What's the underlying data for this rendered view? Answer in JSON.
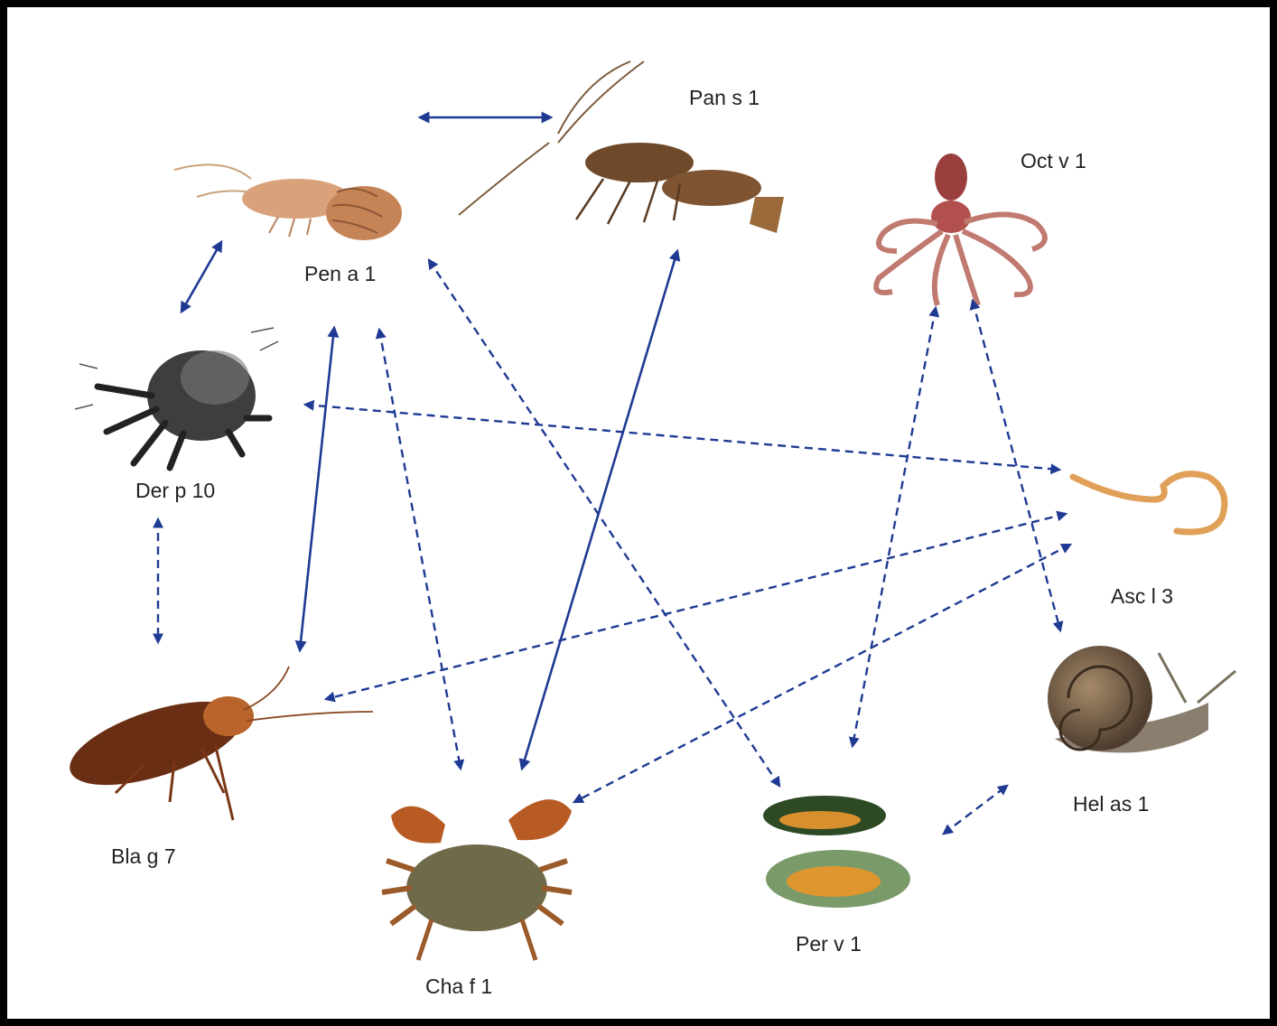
{
  "allergens": {
    "pen_a_1": "Pen a 1",
    "pan_s_1": "Pan s 1",
    "oct_v_1": "Oct v 1",
    "der_p_10": "Der p 10",
    "asc_l_3": "Asc l 3",
    "hel_as_1": "Hel as 1",
    "bla_g_7": "Bla g 7",
    "cha_f_1": "Cha f 1",
    "per_v_1": "Per v 1"
  },
  "organisms": [
    "shrimp",
    "lobster",
    "octopus",
    "dust-mite",
    "roundworm",
    "snail",
    "cockroach",
    "crab",
    "mussel"
  ],
  "colors": {
    "arrow": "#1f3a93",
    "background": "#ffffff",
    "frame": "#000000"
  },
  "edges": [
    {
      "from": "Pen a 1",
      "to": "Pan s 1",
      "style": "solid"
    },
    {
      "from": "Pen a 1",
      "to": "Der p 10",
      "style": "solid"
    },
    {
      "from": "Pen a 1",
      "to": "Bla g 7",
      "style": "solid"
    },
    {
      "from": "Pen a 1",
      "to": "Cha f 1",
      "style": "dashed"
    },
    {
      "from": "Pen a 1",
      "to": "Per v 1",
      "style": "dashed"
    },
    {
      "from": "Pan s 1",
      "to": "Cha f 1",
      "style": "solid"
    },
    {
      "from": "Der p 10",
      "to": "Bla g 7",
      "style": "dashed"
    },
    {
      "from": "Der p 10",
      "to": "Asc l 3",
      "style": "dashed"
    },
    {
      "from": "Oct v 1",
      "to": "Per v 1",
      "style": "dashed"
    },
    {
      "from": "Oct v 1",
      "to": "Hel as 1",
      "style": "dashed"
    },
    {
      "from": "Asc l 3",
      "to": "Bla g 7",
      "style": "dashed"
    },
    {
      "from": "Asc l 3",
      "to": "Cha f 1",
      "style": "dashed"
    },
    {
      "from": "Per v 1",
      "to": "Hel as 1",
      "style": "dashed"
    }
  ]
}
